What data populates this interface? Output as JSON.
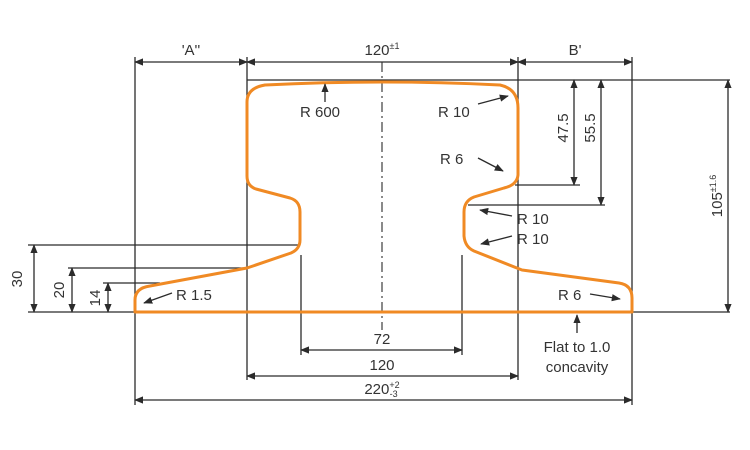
{
  "colors": {
    "profile": "#f08a24",
    "line": "#2b2b2b",
    "text": "#333333"
  },
  "labels": {
    "dim_a": "'A''",
    "dim_b": "B'",
    "head_width": "120",
    "head_width_tol": "±1",
    "r600": "R 600",
    "r10_head": "R 10",
    "r6_head": "R 6",
    "r10_web_upper": "R 10",
    "r10_web_lower": "R 10",
    "r1_5": "R 1.5",
    "r6_foot": "R 6",
    "h47_5": "47.5",
    "h55_5": "55.5",
    "height_105": "105",
    "height_105_tol": "±1.6",
    "h30": "30",
    "h20": "20",
    "h14": "14",
    "web_72": "72",
    "web_120": "120",
    "base_220": "220",
    "base_220_tol_plus": "+2",
    "base_220_tol_minus": "-3",
    "flat_note_line1": "Flat to 1.0",
    "flat_note_line2": "concavity"
  }
}
